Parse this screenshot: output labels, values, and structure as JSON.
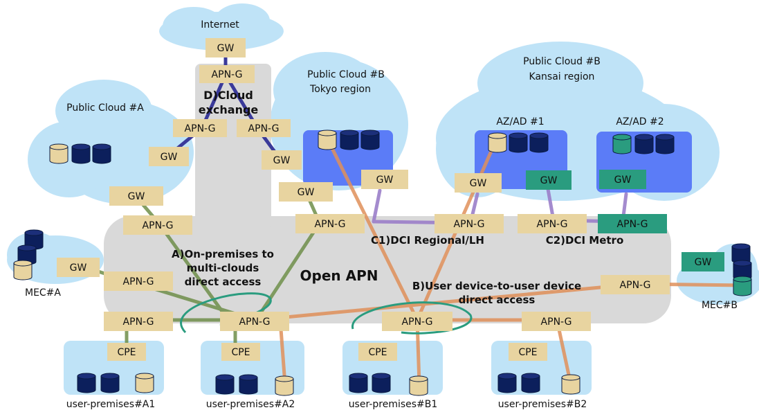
{
  "core": {
    "label": "Open APN"
  },
  "clouds": {
    "internet": "Internet",
    "public_a": "Public Cloud #A",
    "public_b_tokyo": [
      "Public Cloud #B",
      "Tokyo region"
    ],
    "public_b_kansai": [
      "Public Cloud #B",
      "Kansai region"
    ],
    "az1": "AZ/AD #1",
    "az2": "AZ/AD #2",
    "mec_a": "MEC#A",
    "mec_b": "MEC#B"
  },
  "sites": {
    "a1": "user-premises#A1",
    "a2": "user-premises#A2",
    "b1": "user-premises#B1",
    "b2": "user-premises#B2"
  },
  "annotations": {
    "cloud_exchange": [
      "D)Cloud",
      "exchange"
    ],
    "onprem": [
      "A)On-premises to",
      "multi-clouds",
      "direct access"
    ],
    "dci_regional": "C1)DCI Regional/LH",
    "dci_metro": "C2)DCI Metro",
    "user_device": [
      "B)User device-to-user device",
      "direct access"
    ]
  },
  "node_labels": {
    "gw": "GW",
    "apng": "APN-G",
    "cpe": "CPE"
  },
  "colors": {
    "cloud": "#bfe3f7",
    "core": "#d9d9d9",
    "box": "#e8d4a0",
    "az_box": "#5b7cf7",
    "teal": "#2a9c7f",
    "cylinder_navy": "#0c1f5c",
    "cylinder_tan": "#e8d4a0",
    "line_internet": "#3a3a9a",
    "line_green": "#6f8f4a",
    "line_orange": "#e0905a",
    "line_purple": "#9b7fc9",
    "loop_teal": "#2a9c7f"
  }
}
